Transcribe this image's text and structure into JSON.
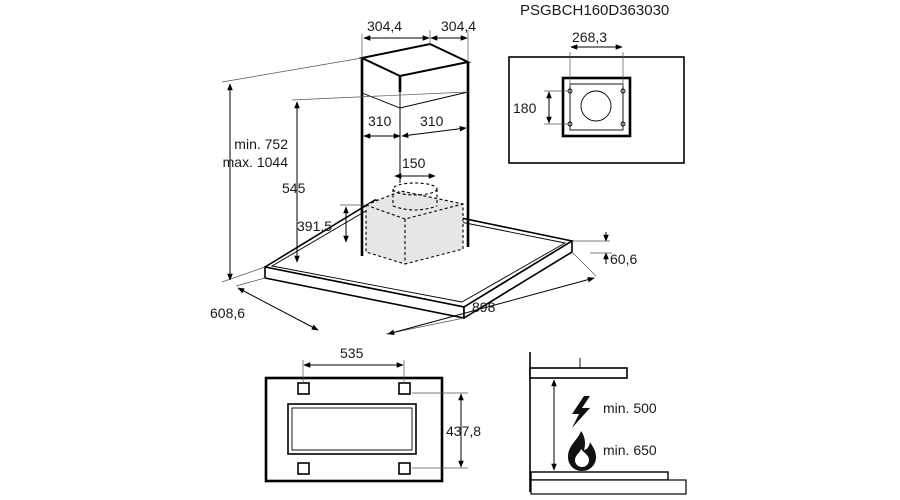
{
  "model_code": "PSGBCH160D363030",
  "dimensions": {
    "chimney_top_left": "304,4",
    "chimney_top_right": "304,4",
    "chimney_width_left": "310",
    "chimney_width_right": "310",
    "outlet": "150",
    "height_min": "min. 752",
    "height_max": "max. 1044",
    "chimney_height": "545",
    "motor_height": "391,5",
    "canopy_thickness": "60,6",
    "depth": "608,6",
    "width": "898",
    "bracket_width": "268,3",
    "bracket_height": "180",
    "holes_spacing_x": "535",
    "holes_spacing_y": "437,8"
  },
  "clearances": {
    "electric": "min. 500",
    "gas": "min. 650"
  },
  "icons": {
    "electric": "lightning-icon",
    "gas": "flame-icon"
  }
}
